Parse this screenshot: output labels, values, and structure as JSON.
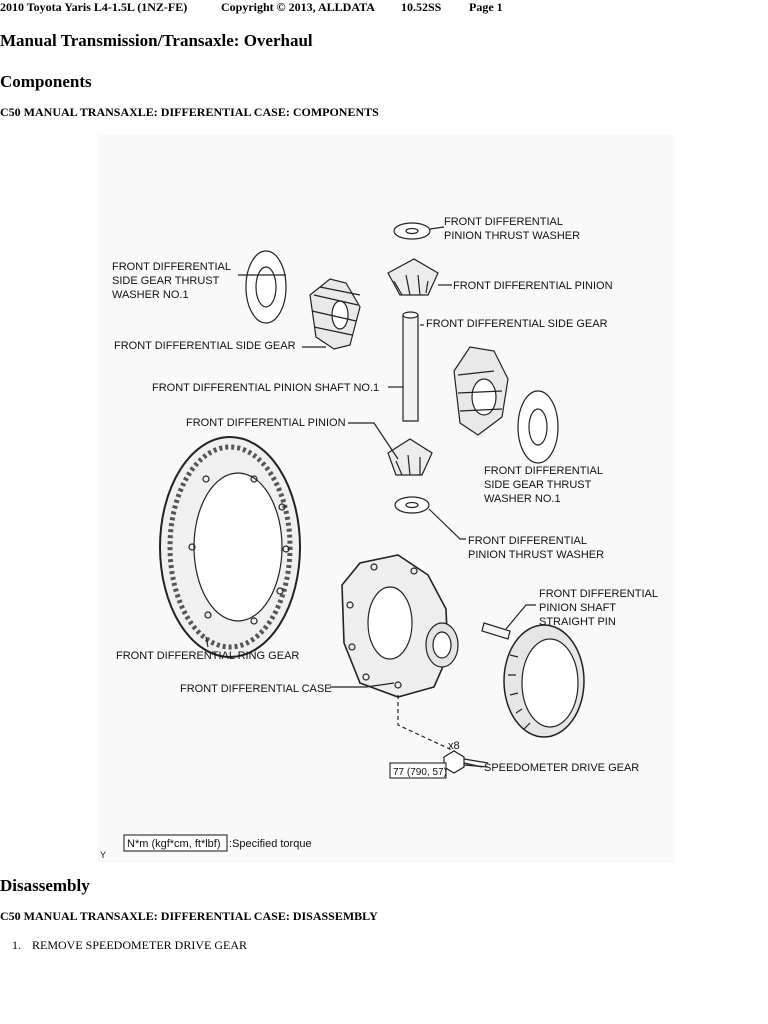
{
  "header": {
    "vehicle": "2010 Toyota Yaris L4-1.5L (1NZ-FE)",
    "copyright": "Copyright © 2013, ALLDATA",
    "version": "10.52SS",
    "page": "Page 1"
  },
  "doc_title": "Manual Transmission/Transaxle: Overhaul",
  "section_components": "Components",
  "subsection_components": "C50 MANUAL TRANSAXLE: DIFFERENTIAL CASE: COMPONENTS",
  "figure": {
    "labels": {
      "pinion_thrust_washer_top_1": "FRONT DIFFERENTIAL",
      "pinion_thrust_washer_top_2": "PINION THRUST WASHER",
      "side_gear_thrust_washer_left_1": "FRONT DIFFERENTIAL",
      "side_gear_thrust_washer_left_2": "SIDE GEAR THRUST",
      "side_gear_thrust_washer_left_3": "WASHER NO.1",
      "pinion_top": "FRONT DIFFERENTIAL PINION",
      "side_gear_right": "FRONT DIFFERENTIAL SIDE GEAR",
      "side_gear_left": "FRONT DIFFERENTIAL SIDE GEAR",
      "pinion_shaft": "FRONT DIFFERENTIAL PINION SHAFT NO.1",
      "pinion_mid": "FRONT DIFFERENTIAL PINION",
      "side_gear_thrust_washer_right_1": "FRONT DIFFERENTIAL",
      "side_gear_thrust_washer_right_2": "SIDE GEAR THRUST",
      "side_gear_thrust_washer_right_3": "WASHER NO.1",
      "pinion_thrust_washer_bottom_1": "FRONT DIFFERENTIAL",
      "pinion_thrust_washer_bottom_2": "PINION THRUST WASHER",
      "straight_pin_1": "FRONT DIFFERENTIAL",
      "straight_pin_2": "PINION SHAFT",
      "straight_pin_3": "STRAIGHT PIN",
      "ring_gear": "FRONT DIFFERENTIAL RING GEAR",
      "diff_case": "FRONT DIFFERENTIAL CASE",
      "bolt_count": "x8",
      "torque_value": "77 (790, 57)",
      "speedometer_gear": "SPEEDOMETER DRIVE GEAR",
      "legend_box": "N*m (kgf*cm, ft*lbf)",
      "legend_text": ":Specified torque",
      "corner_mark": "Y"
    }
  },
  "section_disassembly": "Disassembly",
  "subsection_disassembly": "C50 MANUAL TRANSAXLE: DIFFERENTIAL CASE: DISASSEMBLY",
  "steps": [
    {
      "number": "1.",
      "text": "REMOVE SPEEDOMETER DRIVE GEAR"
    }
  ]
}
